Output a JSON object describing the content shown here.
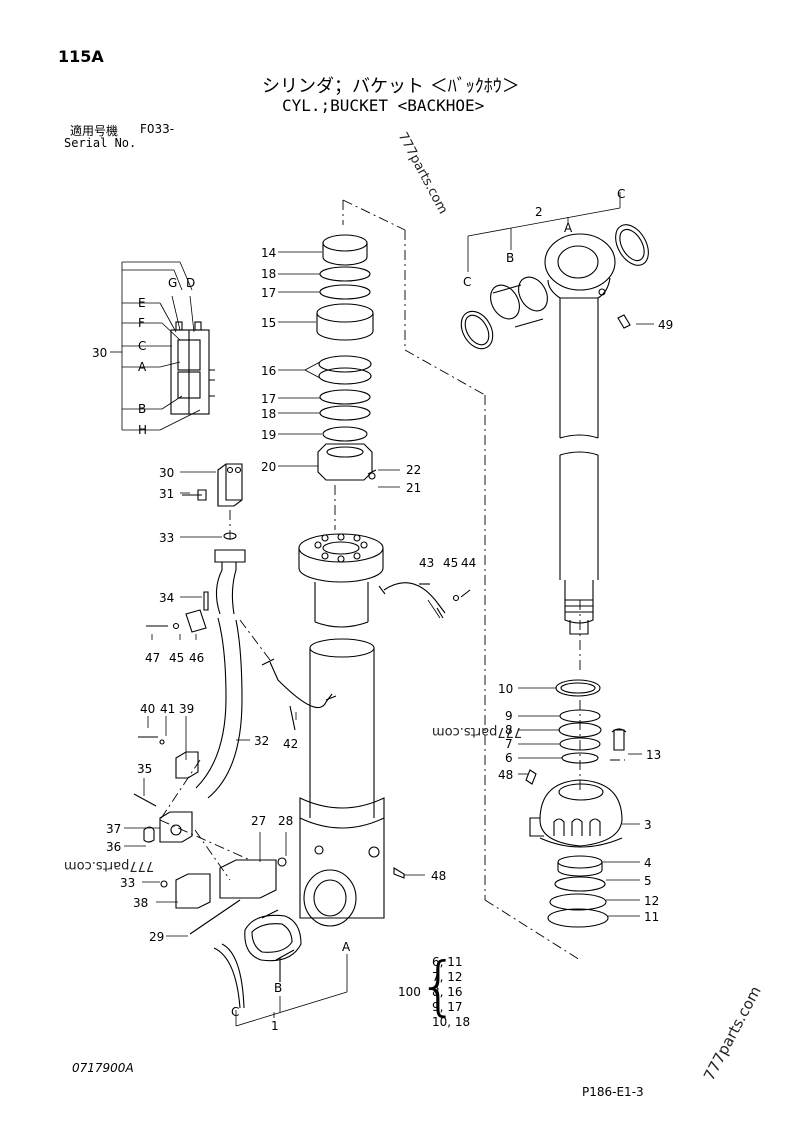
{
  "page_number": "115A",
  "title_jp": "シリンダ；バケット ＜ﾊﾞｯｸﾎｳ＞",
  "title_en": "CYL.;BUCKET <BACKHOE>",
  "serial_label_jp": "適用号機",
  "serial_code": "F033-",
  "serial_label_en": "Serial No.",
  "document_code": "0717900A",
  "figure_code": "P186-E1-3",
  "watermarks": [
    "777parts.com",
    "777parts.com",
    "777parts.com",
    "777parts.com"
  ],
  "kit": {
    "label": "100",
    "rows": [
      "6, 11",
      "7, 12",
      "8, 16",
      "9, 17",
      "10, 18"
    ]
  },
  "callouts": {
    "c14": "14",
    "c18a": "18",
    "c17a": "17",
    "c15": "15",
    "c16": "16",
    "c17b": "17",
    "c18b": "18",
    "c19": "19",
    "c20": "20",
    "c22": "22",
    "c21": "21",
    "c2": "2",
    "cA1": "A",
    "cC1": "C",
    "cB1": "B",
    "cC2": "C",
    "c49": "49",
    "cG": "G",
    "cD": "D",
    "cE": "E",
    "cF": "F",
    "cC3": "C",
    "cA2": "A",
    "c30a": "30",
    "cB2": "B",
    "cH": "H",
    "c30b": "30",
    "c31": "31",
    "c33a": "33",
    "c34": "34",
    "c47": "47",
    "c45a": "45",
    "c46": "46",
    "c43": "43",
    "c45b": "45",
    "c44": "44",
    "c42": "42",
    "c32": "32",
    "c40": "40",
    "c41": "41",
    "c39": "39",
    "c35": "35",
    "c37": "37",
    "c36": "36",
    "c33b": "33",
    "c38": "38",
    "c27": "27",
    "c28": "28",
    "c29": "29",
    "c48a": "48",
    "cA3": "A",
    "cB3": "B",
    "cC4": "C",
    "c1": "1",
    "c10": "10",
    "c9": "9",
    "c8": "8",
    "c7": "7",
    "c6": "6",
    "c48b": "48",
    "c13": "13",
    "c3": "3",
    "c4": "4",
    "c5": "5",
    "c12": "12",
    "c11": "11"
  }
}
